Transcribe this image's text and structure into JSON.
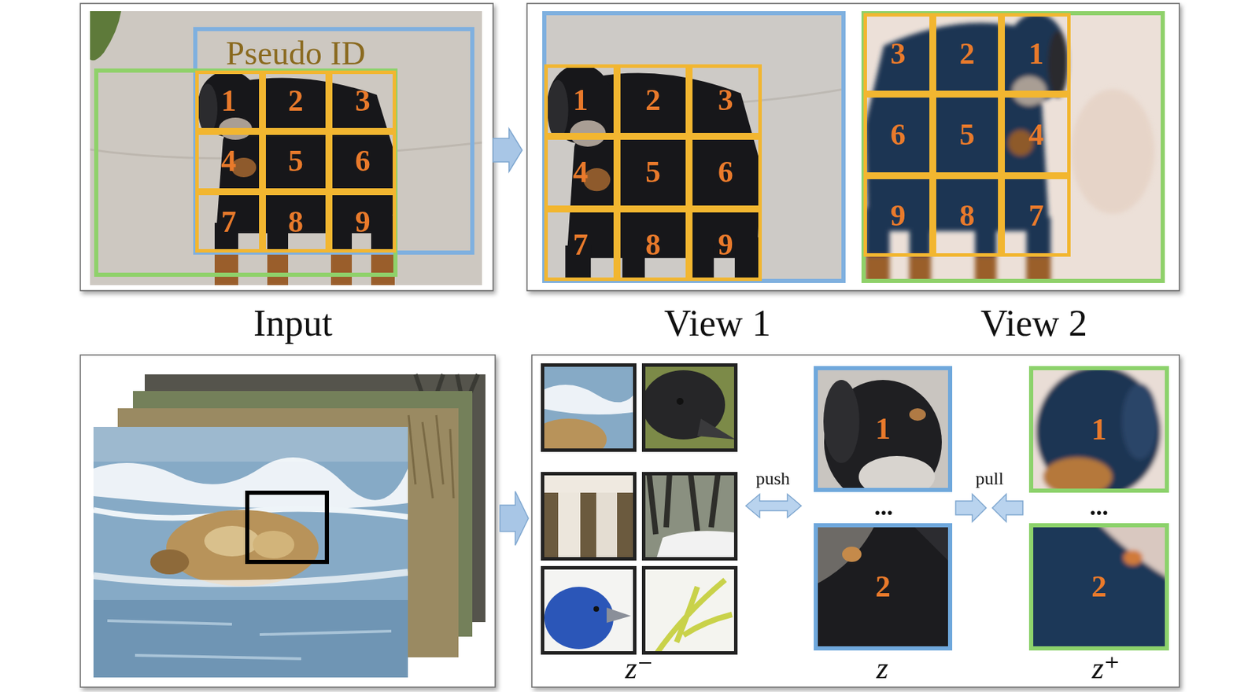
{
  "diagram": {
    "nodes": [
      {
        "text": [
          "1"
        ]
      },
      {
        "text": [
          "2"
        ]
      },
      {
        "text": [
          "3"
        ]
      },
      {
        "text": [
          "4"
        ]
      },
      {
        "text": [
          "5"
        ]
      },
      {
        "text": [
          "6"
        ]
      },
      {
        "text": [
          "7"
        ]
      },
      {
        "text": [
          "8"
        ]
      },
      {
        "text": [
          "9"
        ]
      },
      {
        "text": [
          "1"
        ]
      },
      {
        "text": [
          "2"
        ]
      },
      {
        "text": [
          "3"
        ]
      },
      {
        "text": [
          "4"
        ]
      },
      {
        "text": [
          "5"
        ]
      },
      {
        "text": [
          "6"
        ]
      },
      {
        "text": [
          "7"
        ]
      },
      {
        "text": [
          "8"
        ]
      },
      {
        "text": [
          "9"
        ]
      },
      {
        "text": [
          "3"
        ]
      },
      {
        "text": [
          "2"
        ]
      },
      {
        "text": [
          "1"
        ]
      },
      {
        "text": [
          "6"
        ]
      },
      {
        "text": [
          "5"
        ]
      },
      {
        "text": [
          "4"
        ]
      },
      {
        "text": [
          "9"
        ]
      },
      {
        "text": [
          "8"
        ]
      },
      {
        "text": [
          "7"
        ]
      },
      {
        "text": [
          "1"
        ]
      },
      {
        "text": [
          "1"
        ]
      },
      {
        "text": [
          "2"
        ]
      },
      {
        "text": [
          "2"
        ]
      }
    ],
    "labels": [
      "Pseudo ID",
      "Input",
      "View 1",
      "View 2",
      "push",
      "pull",
      "...",
      "...",
      "z⁻",
      "z",
      "z⁺"
    ]
  }
}
